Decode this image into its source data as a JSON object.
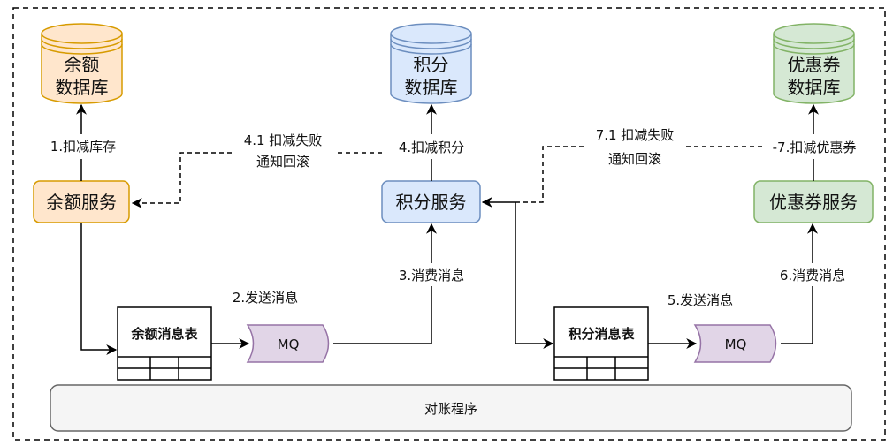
{
  "colors": {
    "balance_fill": "#ffe6cc",
    "balance_stroke": "#d79b00",
    "points_fill": "#dae8fc",
    "points_stroke": "#6c8ebf",
    "coupon_fill": "#d5e8d4",
    "coupon_stroke": "#82b366",
    "mq_fill": "#e1d5e7",
    "mq_stroke": "#9673a6",
    "recon_fill": "#f5f5f5",
    "recon_stroke": "#666666"
  },
  "databases": {
    "balance": {
      "line1": "余额",
      "line2": "数据库"
    },
    "points": {
      "line1": "积分",
      "line2": "数据库"
    },
    "coupon": {
      "line1": "优惠券",
      "line2": "数据库"
    }
  },
  "services": {
    "balance": "余额服务",
    "points": "积分服务",
    "coupon": "优惠券服务"
  },
  "message_tables": {
    "balance": "余额消息表",
    "points": "积分消息表"
  },
  "queues": {
    "mq1": "MQ",
    "mq2": "MQ"
  },
  "reconciliation": "对账程序",
  "edges": {
    "step1": "1.扣减库存",
    "step2": "2.发送消息",
    "step3": "3.消费消息",
    "step4": "4.扣减积分",
    "step4_1_line1": "4.1 扣减失败",
    "step4_1_line2": "通知回滚",
    "step5": "5.发送消息",
    "step6": "6.消费消息",
    "step7": "-7.扣减优惠券",
    "step7_1_line1": "7.1 扣减失败",
    "step7_1_line2": "通知回滚"
  }
}
